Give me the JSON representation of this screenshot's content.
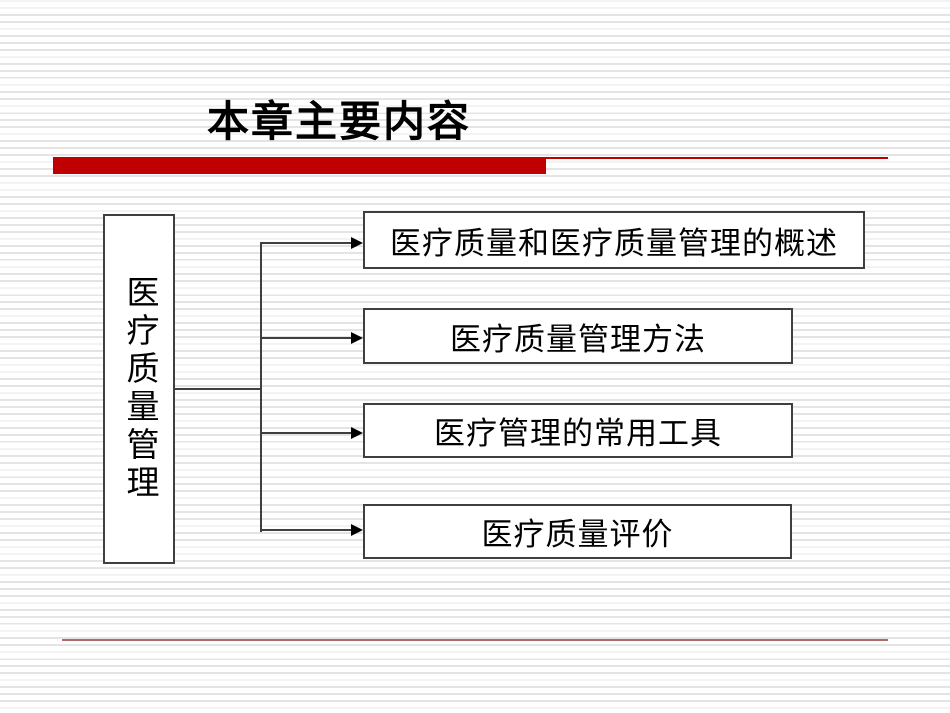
{
  "slide": {
    "title": "本章主要内容",
    "colors": {
      "bar_red": "#c00000",
      "thin_line_red": "#c00000",
      "bottom_divider_red": "#b06a6a",
      "connector": "#3f3f3f"
    },
    "diagram": {
      "root_label": "医疗质量管理",
      "branches": [
        {
          "label": "医疗质量和医疗质量管理的概述"
        },
        {
          "label": "医疗质量管理方法"
        },
        {
          "label": "医疗管理的常用工具"
        },
        {
          "label": "医疗质量评价"
        }
      ]
    }
  }
}
